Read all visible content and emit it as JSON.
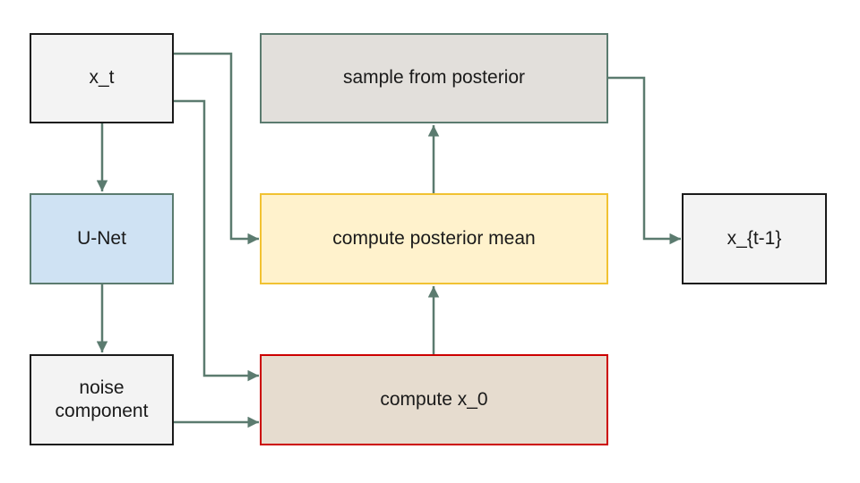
{
  "nodes": {
    "x_t": "x_t",
    "unet": "U-Net",
    "noise_component": "noise\ncomponent",
    "sample_posterior": "sample from posterior",
    "compute_posterior_mean": "compute posterior mean",
    "compute_x0": "compute x_0",
    "x_t_minus_1": "x_{t-1}"
  },
  "colors": {
    "edge": "#5b7b6f",
    "dark_border": "#1a1a1a",
    "x_t_fill": "#f3f3f3",
    "unet_fill": "#cfe2f3",
    "unet_border": "#5b7b6f",
    "noise_fill": "#f3f3f3",
    "sample_fill": "#e2dfdb",
    "sample_border": "#5b7b6f",
    "mean_fill": "#fff2cc",
    "mean_border": "#f1c232",
    "x0_fill": "#e6dccf",
    "x0_border": "#cc0000",
    "x_prev_fill": "#f3f3f3"
  }
}
